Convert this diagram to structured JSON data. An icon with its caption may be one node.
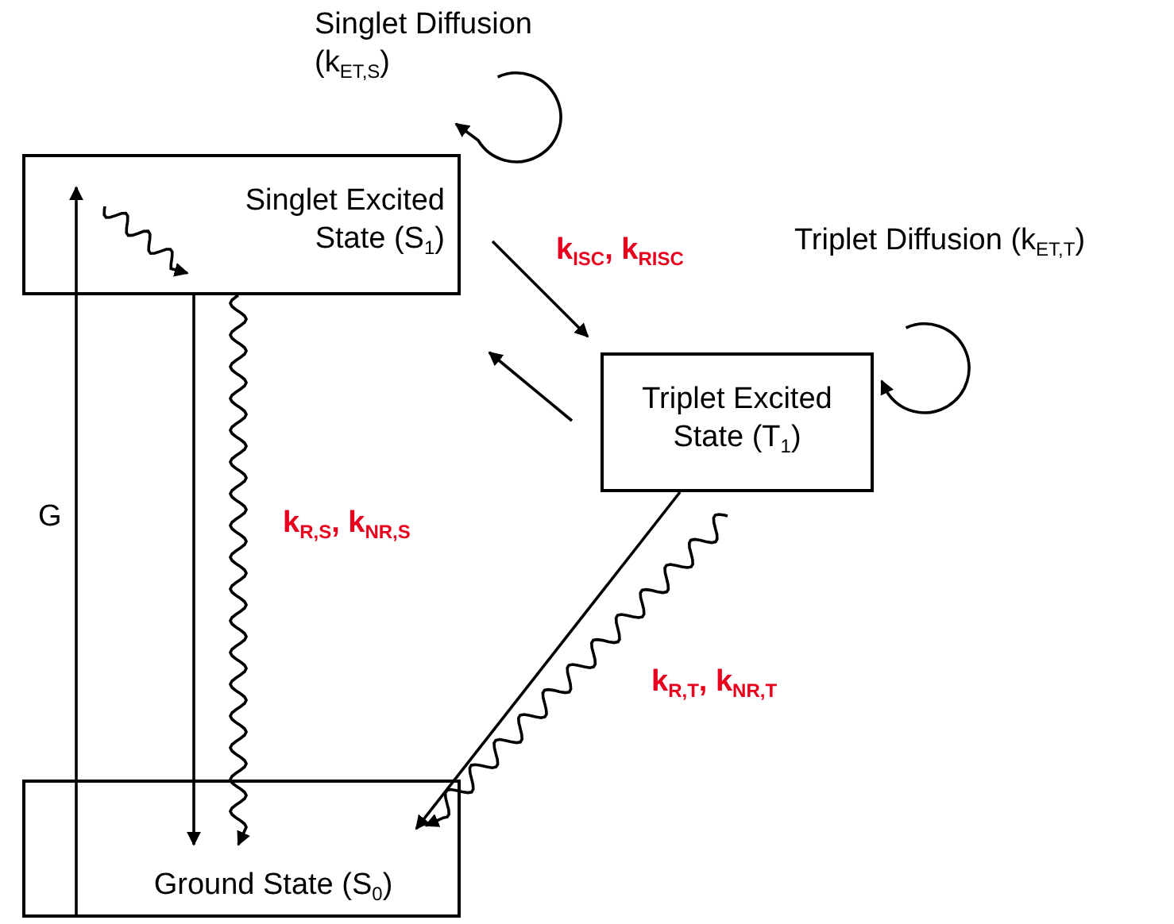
{
  "diagram": {
    "nodes": [
      {
        "text": [
          "Singlet Excited State (S$_{1}$)"
        ]
      },
      {
        "text": [
          "Triplet Excited State (T$_{1}$)"
        ]
      },
      {
        "text": [
          "Ground State (S$_{0}$)"
        ]
      }
    ],
    "edges": [
      {
        "from": 2,
        "to": 0,
        "arrow": "to"
      },
      {
        "from": 0,
        "to": 0,
        "arrow": "to"
      },
      {
        "from": 0,
        "to": 2,
        "arrow": "to"
      },
      {
        "from": 0,
        "to": 2,
        "arrow": "to"
      },
      {
        "from": 0,
        "to": 0,
        "arrow": "to"
      },
      {
        "from": 0,
        "to": 1,
        "arrow": "to"
      },
      {
        "from": 1,
        "to": 0,
        "arrow": "to"
      },
      {
        "from": 1,
        "to": 1,
        "arrow": "to"
      },
      {
        "from": 1,
        "to": 2,
        "arrow": "to"
      },
      {
        "from": 1,
        "to": 2,
        "arrow": "to"
      }
    ],
    "labels": [
      "Singlet Diffusion (k$_{ET,S}$)",
      "k$_{ISC}$, k$_{RISC}$",
      "Triplet Diffusion (k$_{ET,T}$)",
      "G",
      "k$_{R,S}$, k$_{NR,S}$",
      "k$_{R,T}$, k$_{NR,T}$"
    ]
  }
}
